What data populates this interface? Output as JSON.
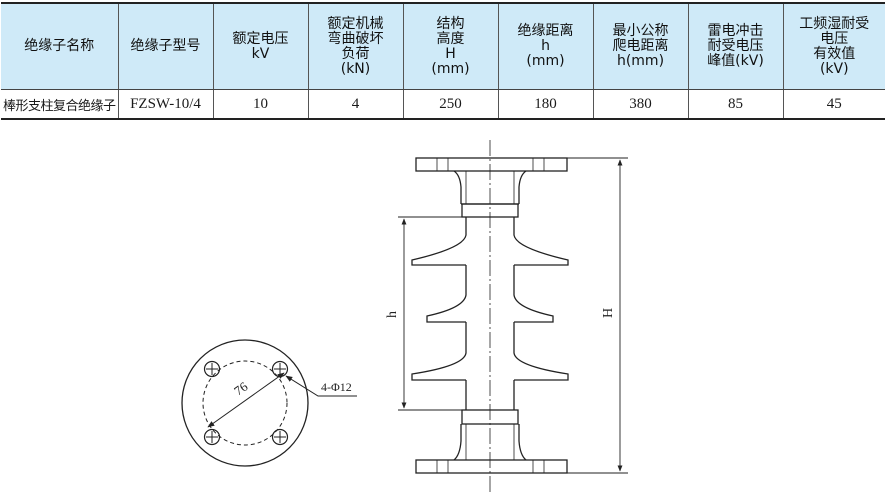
{
  "table": {
    "headers": [
      [
        "绝缘子名称"
      ],
      [
        "绝缘子型号"
      ],
      [
        "额定电压",
        "kV"
      ],
      [
        "额定机械",
        "弯曲破坏",
        "负荷",
        "(kN)"
      ],
      [
        "结构",
        "高度",
        "H",
        "(mm)"
      ],
      [
        "绝缘距离",
        "h",
        "(mm)"
      ],
      [
        "最小公称",
        "爬电距离",
        "h(mm)"
      ],
      [
        "雷电冲击",
        "耐受电压",
        "峰值(kV)"
      ],
      [
        "工频湿耐受",
        "电压",
        "有效值",
        "(kV)"
      ]
    ],
    "row": [
      "棒形支柱复合绝缘子",
      "FZSW-10/4",
      "10",
      "4",
      "250",
      "180",
      "380",
      "85",
      "45"
    ]
  },
  "drawing": {
    "dim_h": "h",
    "dim_H": "H",
    "flange_diameter": "76",
    "bolt_holes": "4-Φ12"
  }
}
